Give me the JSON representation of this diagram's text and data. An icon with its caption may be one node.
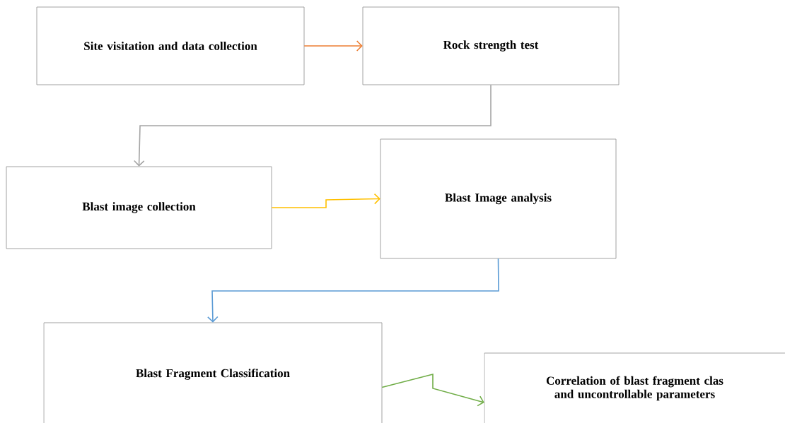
{
  "diagram": {
    "nodes": [
      {
        "text": [
          "Site visitation and data collection"
        ]
      },
      {
        "text": [
          "Rock strength test"
        ]
      },
      {
        "text": [
          "Blast image collection"
        ]
      },
      {
        "text": [
          "Blast Image analysis"
        ]
      },
      {
        "text": [
          "Blast Fragment Classification"
        ]
      },
      {
        "text": [
          "Correlation of blast fragment clas and uncontrollable parameters"
        ]
      }
    ],
    "edges": [
      {
        "from": 0,
        "to": 1,
        "arrow": "to",
        "color": "#ed7d31"
      },
      {
        "from": 1,
        "to": 2,
        "arrow": "to",
        "color": "#a5a5a5"
      },
      {
        "from": 2,
        "to": 3,
        "arrow": "to",
        "color": "#ffc000"
      },
      {
        "from": 3,
        "to": 4,
        "arrow": "to",
        "color": "#5b9bd5"
      },
      {
        "from": 4,
        "to": 5,
        "arrow": "to",
        "color": "#70ad47"
      }
    ]
  }
}
